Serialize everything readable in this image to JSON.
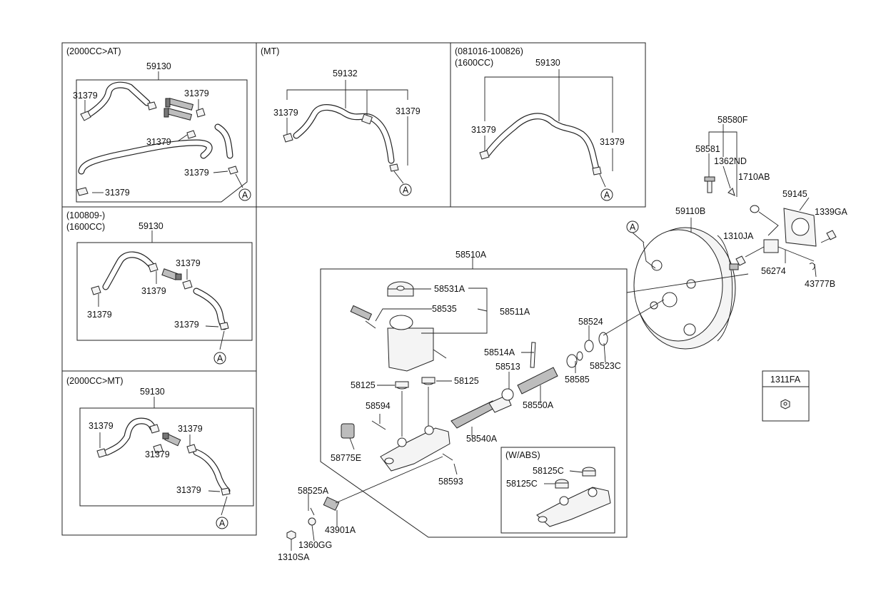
{
  "panels": {
    "at2000": "(2000CC>AT)",
    "mt": "(MT)",
    "dated_line1": "(081016-100826)",
    "dated_line2": "(1600CC)",
    "p100809_line1": "(100809-)",
    "p100809_line2": "(1600CC)",
    "mt2000": "(2000CC>MT)",
    "wabs": "(W/ABS)",
    "box1311": "1311FA"
  },
  "ref_marker": "A",
  "parts": {
    "p59130": "59130",
    "p59132": "59132",
    "p31379": "31379",
    "p58580F": "58580F",
    "p58581": "58581",
    "p1362ND": "1362ND",
    "p1710AB": "1710AB",
    "p59145": "59145",
    "p59110B": "59110B",
    "p1339GA": "1339GA",
    "p1310JA": "1310JA",
    "p56274": "56274",
    "p43777B": "43777B",
    "p58510A": "58510A",
    "p58531A": "58531A",
    "p58535": "58535",
    "p58511A": "58511A",
    "p58524": "58524",
    "p58514A": "58514A",
    "p58523C": "58523C",
    "p58513": "58513",
    "p58585": "58585",
    "p58125": "58125",
    "p58550A": "58550A",
    "p58594": "58594",
    "p58540A": "58540A",
    "p58775E": "58775E",
    "p58593": "58593",
    "p58125C": "58125C",
    "p58525A": "58525A",
    "p43901A": "43901A",
    "p1360GG": "1360GG",
    "p1310SA": "1310SA"
  }
}
